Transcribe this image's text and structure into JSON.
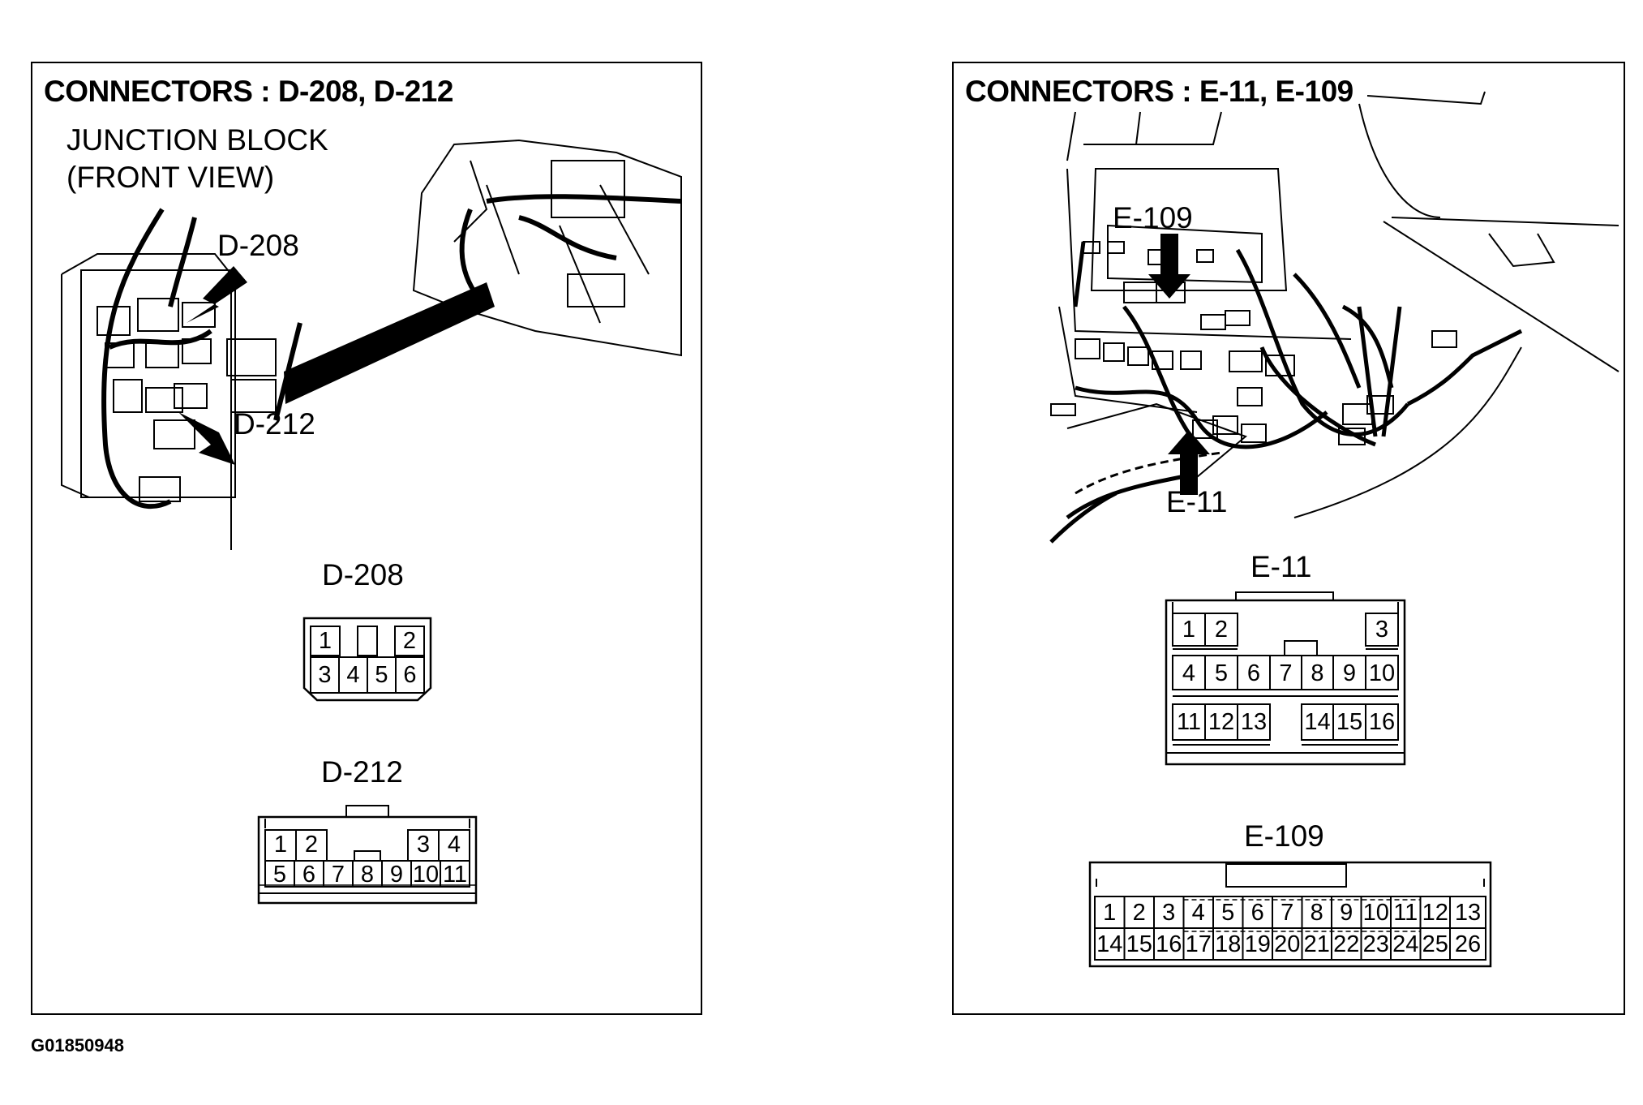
{
  "left_panel": {
    "title": "CONNECTORS : D-208, D-212",
    "junction_line1": "JUNCTION BLOCK",
    "junction_line2": "(FRONT VIEW)",
    "callout_d208": "D-208",
    "callout_d212": "D-212",
    "d208": {
      "label": "D-208",
      "row1": [
        "1",
        "",
        "2"
      ],
      "row2": [
        "3",
        "4",
        "5",
        "6"
      ]
    },
    "d212": {
      "label": "D-212",
      "row1": [
        "1",
        "2",
        "3",
        "4"
      ],
      "row2": [
        "5",
        "6",
        "7",
        "8",
        "9",
        "10",
        "11"
      ]
    }
  },
  "right_panel": {
    "title": "CONNECTORS : E-11, E-109",
    "callout_e109": "E-109",
    "callout_e11": "E-11",
    "e11": {
      "label": "E-11",
      "row1": [
        "1",
        "2",
        "3"
      ],
      "row2": [
        "4",
        "5",
        "6",
        "7",
        "8",
        "9",
        "10"
      ],
      "row3": [
        "11",
        "12",
        "13",
        "14",
        "15",
        "16"
      ]
    },
    "e109": {
      "label": "E-109",
      "row1": [
        "1",
        "2",
        "3",
        "4",
        "5",
        "6",
        "7",
        "8",
        "9",
        "10",
        "11",
        "12",
        "13"
      ],
      "row2": [
        "14",
        "15",
        "16",
        "17",
        "18",
        "19",
        "20",
        "21",
        "22",
        "23",
        "24",
        "25",
        "26"
      ]
    }
  },
  "footer": {
    "code": "G01850948"
  }
}
